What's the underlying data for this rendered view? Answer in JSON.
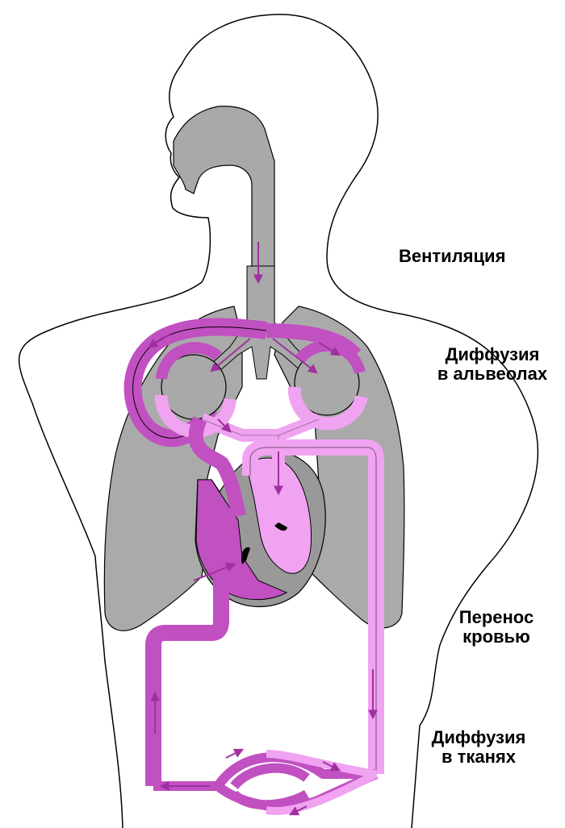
{
  "labels": {
    "ventilation": "Вентиляция",
    "alveoli_line1": "Диффузия",
    "alveoli_line2": "в альвеолах",
    "blood_line1": "Перенос",
    "blood_line2": "кровью",
    "tissue_line1": "Диффузия",
    "tissue_line2": "в тканях"
  },
  "colors": {
    "background": "#ffffff",
    "outline": "#000000",
    "airway_gray": "#a9a9a9",
    "lung_gray": "#aaaaaa",
    "deoxygenated": "#c150c1",
    "oxygenated": "#f0a3f0",
    "arrow": "#a030a0"
  }
}
